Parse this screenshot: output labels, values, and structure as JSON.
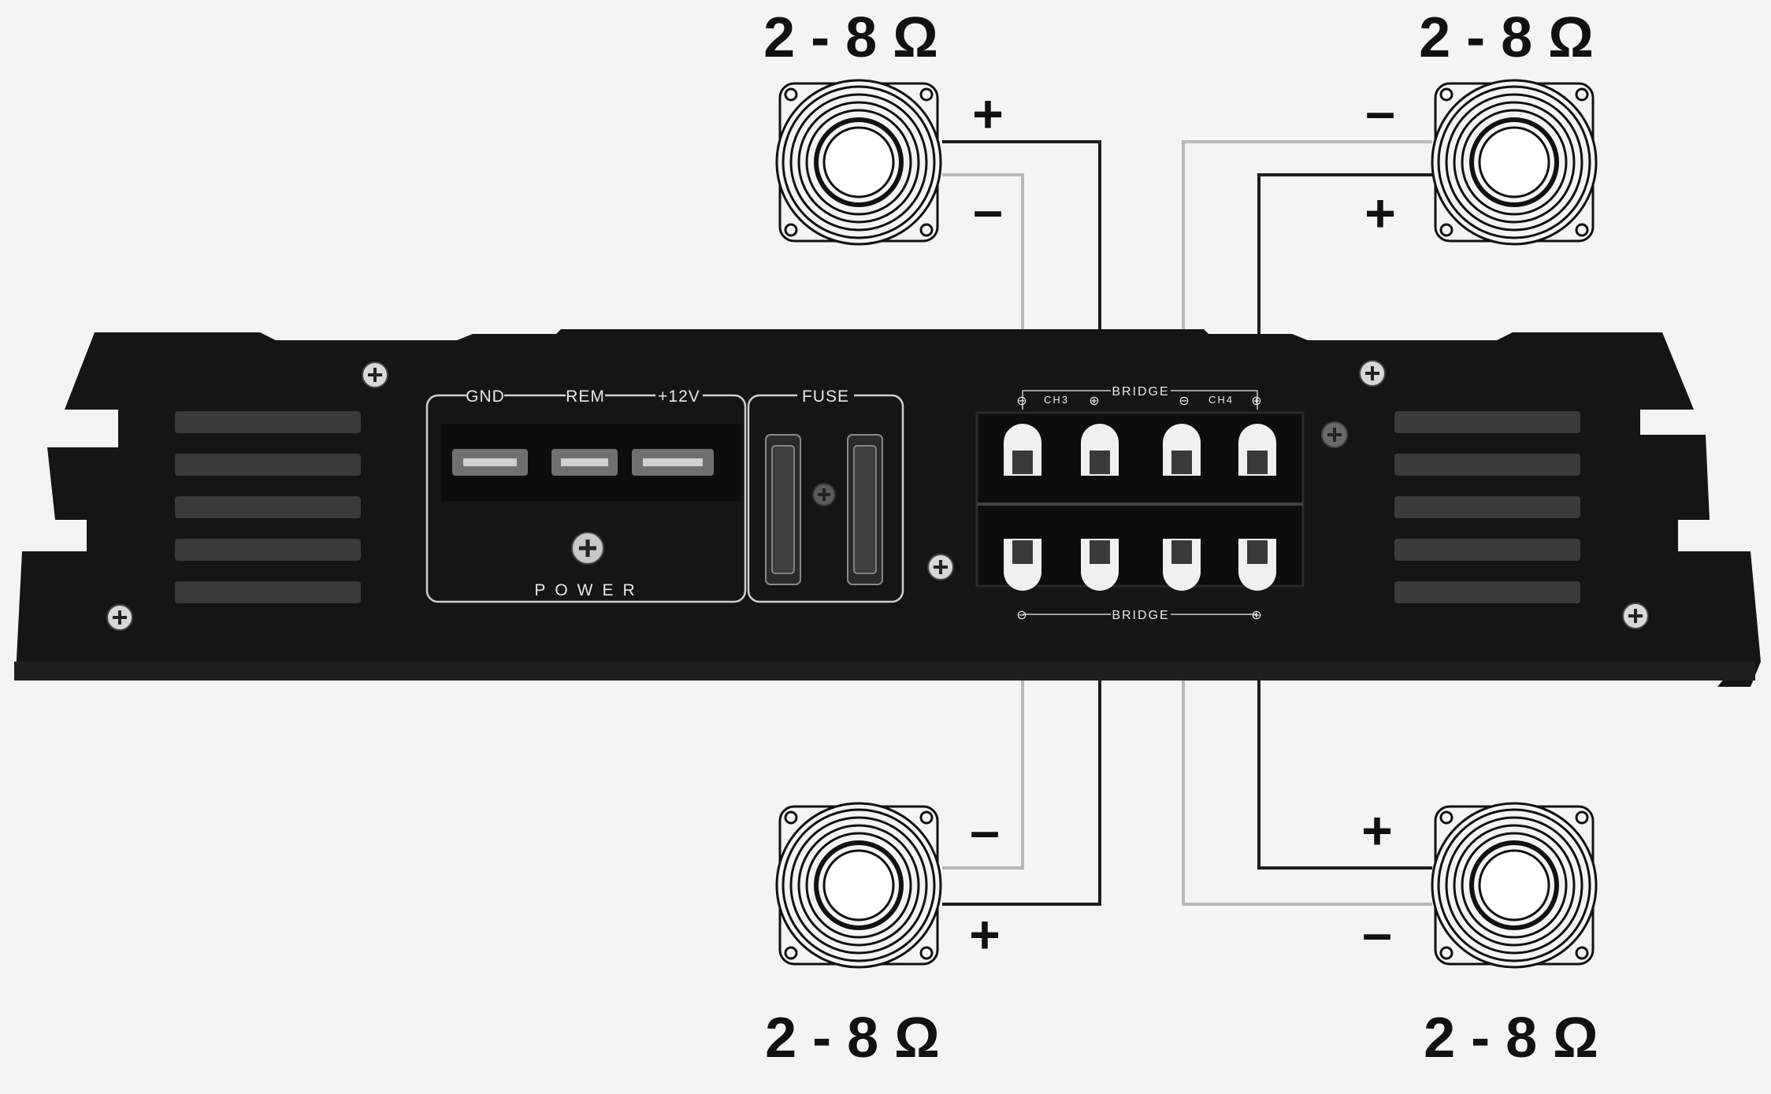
{
  "speakers": {
    "top_left": {
      "impedance": "2 - 8 Ω",
      "pos_sign": "+",
      "neg_sign": "–"
    },
    "top_right": {
      "impedance": "2 - 8 Ω",
      "pos_sign": "+",
      "neg_sign": "–"
    },
    "bottom_left": {
      "impedance": "2 - 8 Ω",
      "pos_sign": "+",
      "neg_sign": "–"
    },
    "bottom_right": {
      "impedance": "2 - 8 Ω",
      "pos_sign": "+",
      "neg_sign": "–"
    }
  },
  "amplifier": {
    "power_terminals": {
      "gnd": "GND",
      "rem": "REM",
      "plus12v": "+12V",
      "section_label": "POWER"
    },
    "fuse_label": "FUSE",
    "speaker_terminals": {
      "top_bridge_label": "BRIDGE",
      "bottom_bridge_label": "BRIDGE",
      "ch3_label": "CH3",
      "ch4_label": "CH4",
      "minus_marker": "⊖",
      "plus_marker": "⊕"
    }
  },
  "colors": {
    "amp_body": "#151515",
    "wire_dark": "#1e1e1e",
    "wire_light": "#b8b8b8",
    "background": "#f4f4f2"
  }
}
